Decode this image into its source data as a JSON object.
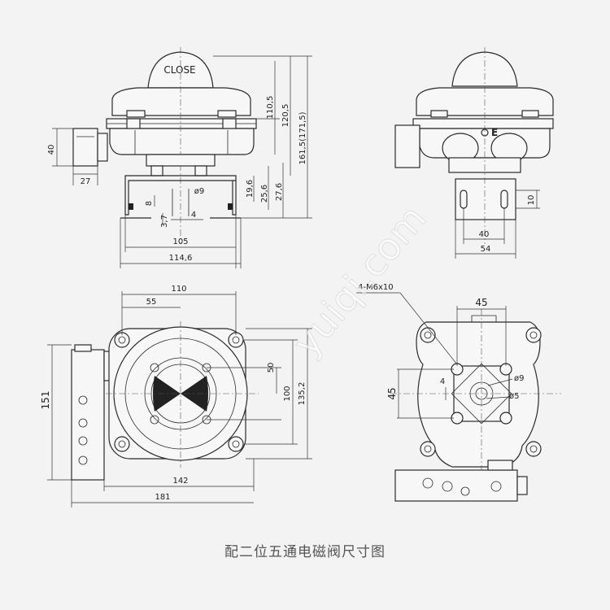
{
  "caption": "配二位五通电磁阀尺寸图",
  "watermark": "yuiqi.com",
  "front_view": {
    "dome_label": "CLOSE",
    "dims": {
      "h_110_5": "110,5",
      "h_120_5": "120,5",
      "h_161_5": "161,5(171,5)",
      "d_40": "40",
      "d_27": "27",
      "d_19_6": "19,6",
      "d_25_6": "25,6",
      "d_27_6": "27,6",
      "d_8": "8",
      "d_phi9": "ø9",
      "d_3_7": "3,7",
      "d_4": "4",
      "d_105": "105",
      "d_114_6": "114,6"
    }
  },
  "side_view": {
    "ground_mark": "E",
    "dims": {
      "d_10": "10",
      "d_40": "40",
      "d_54": "54"
    }
  },
  "top_view": {
    "dims": {
      "d_110": "110",
      "d_55": "55",
      "d_50": "50",
      "d_100": "100",
      "d_135_2": "135,2",
      "d_151": "151",
      "d_142": "142",
      "d_181": "181"
    }
  },
  "bottom_view": {
    "dims": {
      "holes": "4-M6x10",
      "d_45_h": "45",
      "d_45_v": "45",
      "d_4": "4",
      "d_phi9": "ø9",
      "d_phi5": "ø5"
    }
  }
}
